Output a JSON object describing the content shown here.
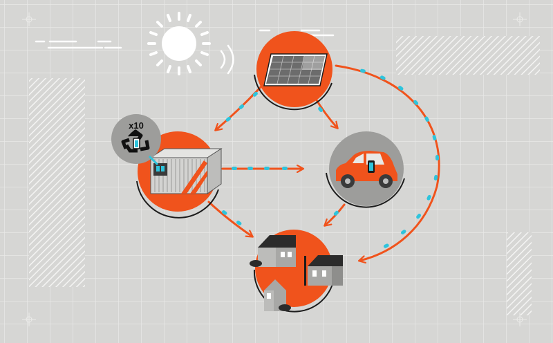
{
  "recycle_badge": {
    "label": "x10"
  },
  "colors": {
    "background": "#d6d6d4",
    "grid": "#ebebea",
    "accent_orange": "#f0531c",
    "connector_dots": "#2ec4dc",
    "node_gray": "#9d9d9b",
    "building_dark": "#2b2b2b",
    "building_wall": "#a8a8a6",
    "white": "#ffffff"
  },
  "nodes": [
    {
      "id": "solar-panel",
      "icon": "solar-panel-icon"
    },
    {
      "id": "storage-container",
      "icon": "battery-container-icon"
    },
    {
      "id": "electric-car",
      "icon": "electric-car-icon"
    },
    {
      "id": "houses",
      "icon": "house-icon"
    }
  ],
  "decor": [
    "sun-icon",
    "recycle-icon",
    "hatched-panel"
  ]
}
